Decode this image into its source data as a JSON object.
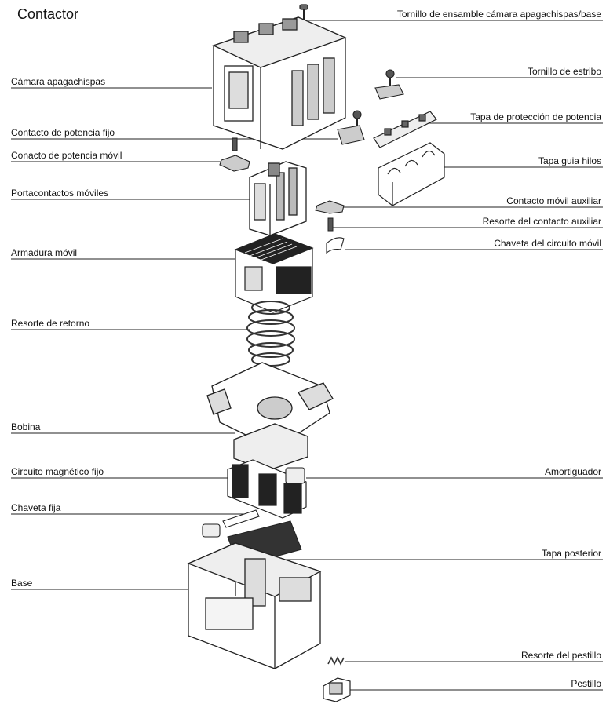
{
  "title": "Contactor",
  "labels_left": [
    "Cámara apagachispas",
    "Contacto de potencia  fijo",
    "Conacto de potencia móvil",
    "Portacontactos móviles",
    "Armadura móvil",
    "Resorte de retorno",
    "Bobina",
    "Circuito magnético fijo",
    "Chaveta fija",
    "Base"
  ],
  "labels_right": [
    "Tornillo de ensamble cámara apagachispas/base",
    "Tornillo de estribo",
    "Tapa de protección de potencia",
    "Tapa guia hilos",
    "Contacto móvil auxiliar",
    "Resorte del contacto auxiliar",
    "Chaveta del circuito móvil",
    "Amortiguador",
    "Tapa posterior",
    "Resorte del pestillo",
    "Pestillo"
  ]
}
